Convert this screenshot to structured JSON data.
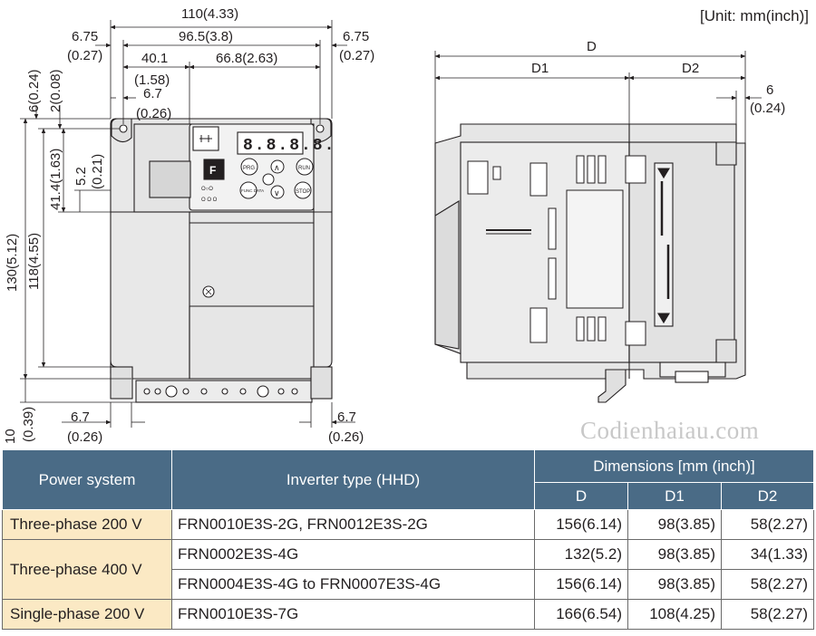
{
  "unit_label": "[Unit: mm(inch)]",
  "watermark": "Codienhaiau.com",
  "front_view": {
    "width_total": "110(4.33)",
    "width_inner": "96.5(3.8)",
    "left_offset_mm": "6.75",
    "left_offset_in": "(0.27)",
    "right_offset_mm": "6.75",
    "right_offset_in": "(0.27)",
    "width_a_mm": "40.1",
    "width_a_in": "(1.58)",
    "width_b": "66.8(2.63)",
    "hole_offset_mm": "6.7",
    "hole_offset_in": "(0.26)",
    "top_6": "6(0.24)",
    "top_2": "2(0.08)",
    "height_41": "41.4(1.63)",
    "height_5_mm": "5.2",
    "height_5_in": "(0.21)",
    "height_130": "130(5.12)",
    "height_118": "118(4.55)",
    "bottom_10_mm": "10",
    "bottom_10_in": "(0.39)",
    "bottom_left_mm": "6.7",
    "bottom_left_in": "(0.26)",
    "bottom_right_mm": "6.7",
    "bottom_right_in": "(0.26)",
    "display_digits": "8.8.8.8.",
    "keys": {
      "prg": "PRG",
      "run": "RUN",
      "func": "FUNC DATA",
      "stop": "STOP",
      "up": "∧",
      "down": "∨"
    }
  },
  "side_view": {
    "d": "D",
    "d1": "D1",
    "d2": "D2",
    "offset_mm": "6",
    "offset_in": "(0.24)"
  },
  "table": {
    "headers": {
      "power_system": "Power system",
      "inverter_type": "Inverter type (HHD)",
      "dimensions": "Dimensions [mm (inch)]",
      "d": "D",
      "d1": "D1",
      "d2": "D2"
    },
    "rows": [
      {
        "power": "Three-phase 200 V",
        "type": "FRN0010E3S-2G, FRN0012E3S-2G",
        "d": "156(6.14)",
        "d1": "98(3.85)",
        "d2": "58(2.27)"
      },
      {
        "power": "Three-phase 400 V",
        "type": "FRN0002E3S-4G",
        "d": "132(5.2)",
        "d1": "98(3.85)",
        "d2": "34(1.33)"
      },
      {
        "power": "",
        "type": "FRN0004E3S-4G to FRN0007E3S-4G",
        "d": "156(6.14)",
        "d1": "98(3.85)",
        "d2": "58(2.27)"
      },
      {
        "power": "Single-phase 200 V",
        "type": "FRN0010E3S-7G",
        "d": "166(6.54)",
        "d1": "108(4.25)",
        "d2": "58(2.27)"
      }
    ]
  }
}
